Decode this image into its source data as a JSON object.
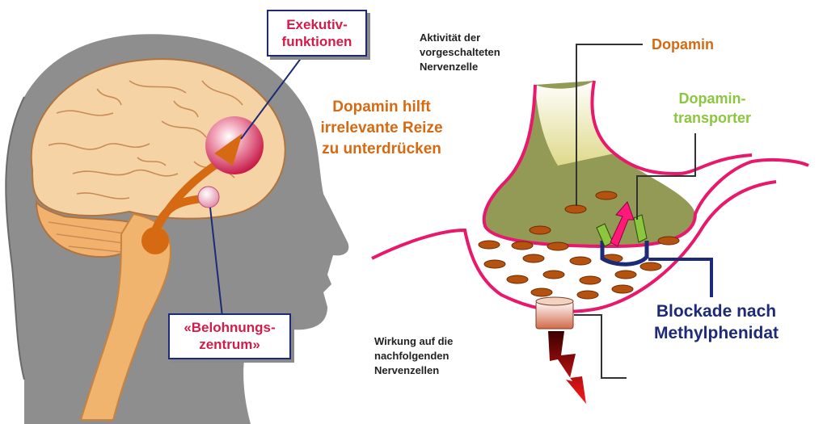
{
  "brain": {
    "exec_label": "Exekutiv-\nfunktionen",
    "reward_label": "«Belohnungs-\nzentrum»",
    "dopamine_note": "Dopamin hilft\nirrelevante Reize\nzu unterdrücken"
  },
  "synapse": {
    "upstream_activity": "Aktivität der\nvorgeschalteten\nNervenzelle",
    "dopamine": "Dopamin",
    "transporter": "Dopamin-\ntransporter",
    "blockade": "Blockade nach\nMethylphenidat",
    "downstream_effect": "Wirkung auf die\nnachfolgenden\nNervenzellen"
  },
  "colors": {
    "head": "#8e8e8e",
    "brain": "#f6d3a4",
    "brainstem": "#f1b46f",
    "accent_red": "#d51b4a",
    "accent_orange": "#d56a12",
    "accent_green": "#8cc63f",
    "navy": "#1d2a78",
    "membrane": "#e8196c",
    "dopamine_granule": "#b5520f"
  }
}
